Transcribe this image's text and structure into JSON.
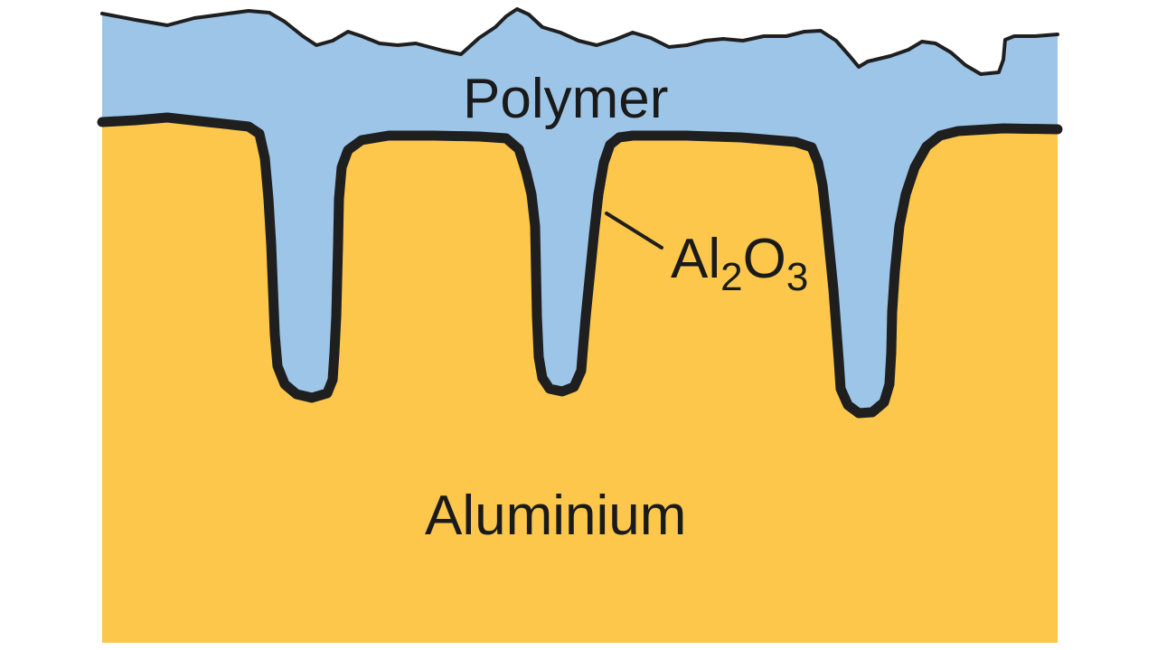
{
  "diagram": {
    "labels": {
      "polymer": "Polymer",
      "oxide_main": "Al",
      "oxide_sub1": "2",
      "oxide_mid": "O",
      "oxide_sub2": "3",
      "aluminium": "Aluminium"
    },
    "colors": {
      "polymer": "#9dc5e8",
      "aluminium": "#fcc74a",
      "outline": "#1f1f1f",
      "background": "#ffffff"
    }
  }
}
